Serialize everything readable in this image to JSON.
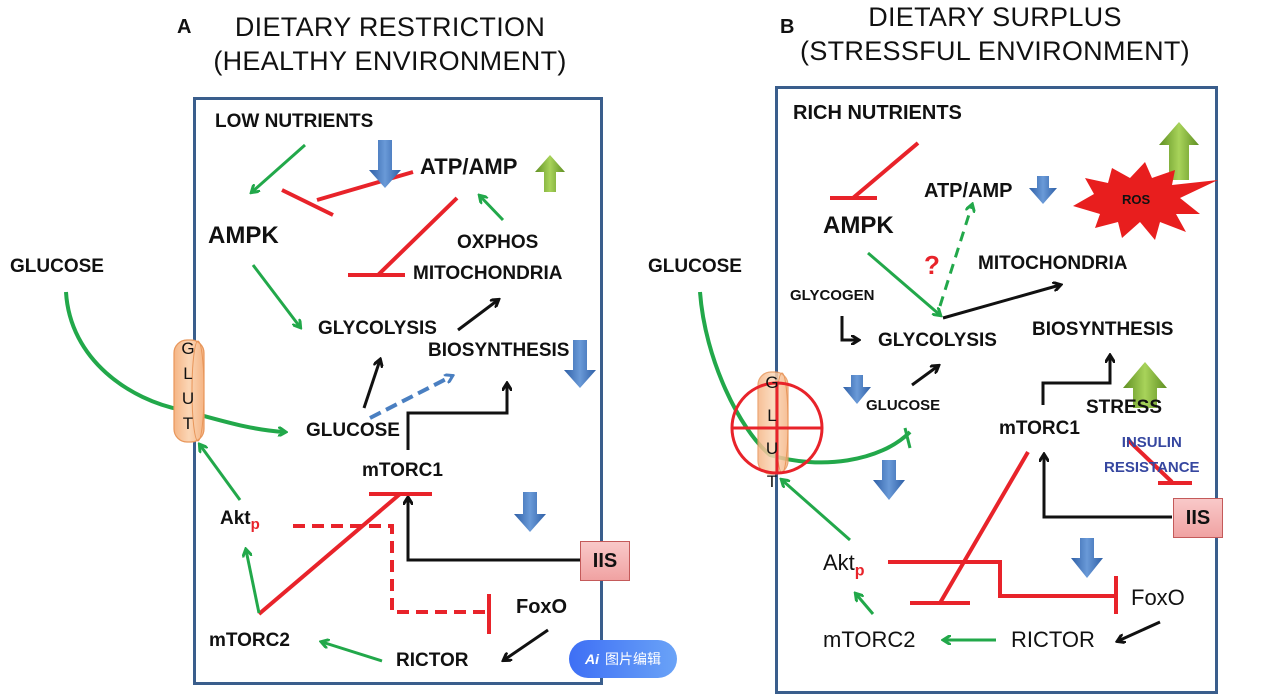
{
  "panel_a": {
    "letter": "A",
    "title_line1": "DIETARY RESTRICTION",
    "title_line2": "(HEALTHY ENVIRONMENT)",
    "nodes": {
      "low_nutrients": "LOW NUTRIENTS",
      "atp_amp": "ATP/AMP",
      "ampk": "AMPK",
      "oxphos": "OXPHOS",
      "mitochondria": "MITOCHONDRIA",
      "glycolysis": "GLYCOLYSIS",
      "biosynthesis": "BIOSYNTHESIS",
      "glucose_outside": "GLUCOSE",
      "glucose_inside": "GLUCOSE",
      "mtorc1": "mTORC1",
      "akt": "Akt",
      "akt_sub": "p",
      "iis": "IIS",
      "foxo": "FoxO",
      "mtorc2": "mTORC2",
      "rictor": "RICTOR",
      "glut": [
        "G",
        "L",
        "U",
        "T"
      ]
    }
  },
  "panel_b": {
    "letter": "B",
    "title_line1": "DIETARY SURPLUS",
    "title_line2": "(STRESSFUL ENVIRONMENT)",
    "nodes": {
      "rich_nutrients": "RICH NUTRIENTS",
      "ampk": "AMPK",
      "atp_amp": "ATP/AMP",
      "ros": "ROS",
      "question": "?",
      "mitochondria": "MITOCHONDRIA",
      "glycogen": "GLYCOGEN",
      "glycolysis": "GLYCOLYSIS",
      "biosynthesis": "BIOSYNTHESIS",
      "glucose_outside": "GLUCOSE",
      "glucose_inside": "GLUCOSE",
      "stress": "STRESS",
      "mtorc1": "mTORC1",
      "insulin_resistance_1": "INSULIN",
      "insulin_resistance_2": "RESISTANCE",
      "iis": "IIS",
      "akt": "Akt",
      "akt_sub": "p",
      "foxo": "FoxO",
      "mtorc2": "mTORC2",
      "rictor": "RICTOR",
      "glut": [
        "G",
        "L",
        "U",
        "T"
      ]
    }
  },
  "colors": {
    "activation": "#22a84a",
    "inhibition": "#e8232a",
    "neutral": "#111111",
    "down_arrow": "#3d72b8",
    "up_arrow": "#7fb23a",
    "cell_border": "#3a5e8c",
    "glut": "#f7c39a",
    "insulin_resistance_text": "#3647a0"
  },
  "overlay": {
    "ai_badge_icon": "Ai",
    "ai_badge_label": "图片编辑"
  }
}
